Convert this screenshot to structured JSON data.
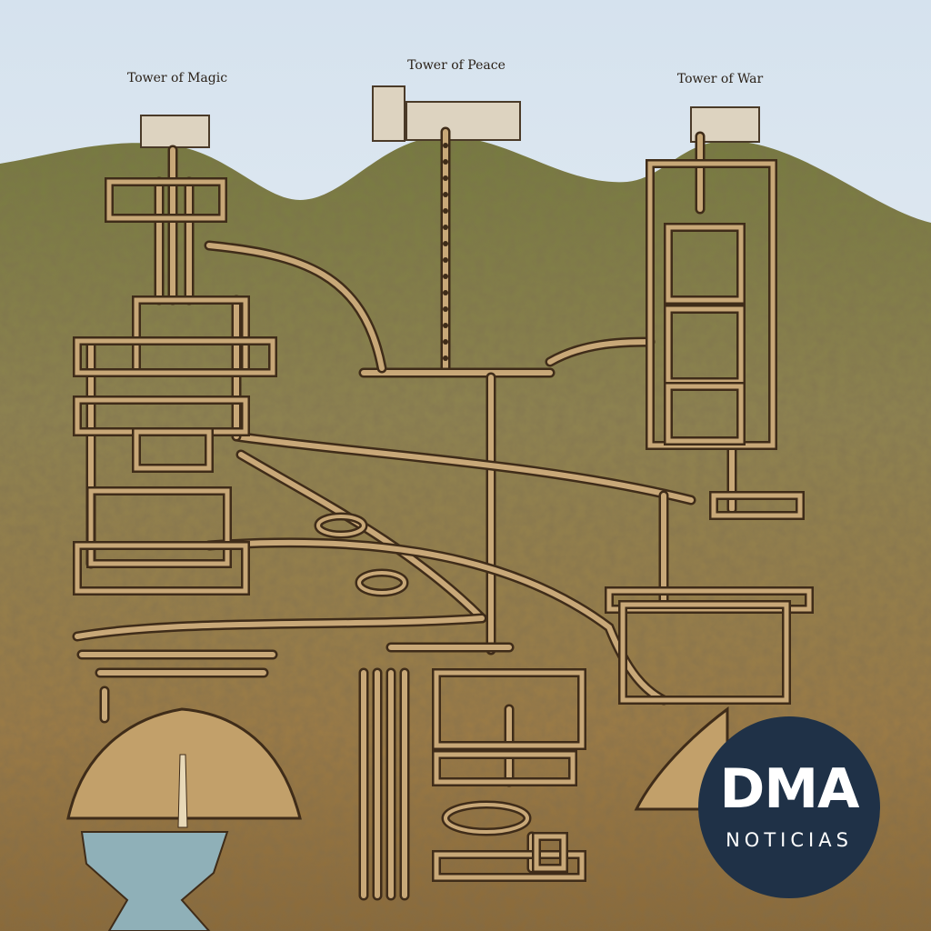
{
  "labels": {
    "tower_magic": "Tower of Magic",
    "tower_peace": "Tower of Peace",
    "tower_war": "Tower of War"
  },
  "logo": {
    "title": "DMA",
    "subtitle": "NOTICIAS"
  },
  "colors": {
    "sky": "#e4ebf1",
    "earth_top": "#7d7a45",
    "earth_bottom": "#9a7440",
    "tunnel_fill": "#c8a878",
    "tunnel_edge": "#3f2c19",
    "water": "#8fb0b8",
    "logo_bg": "#1f3147"
  }
}
